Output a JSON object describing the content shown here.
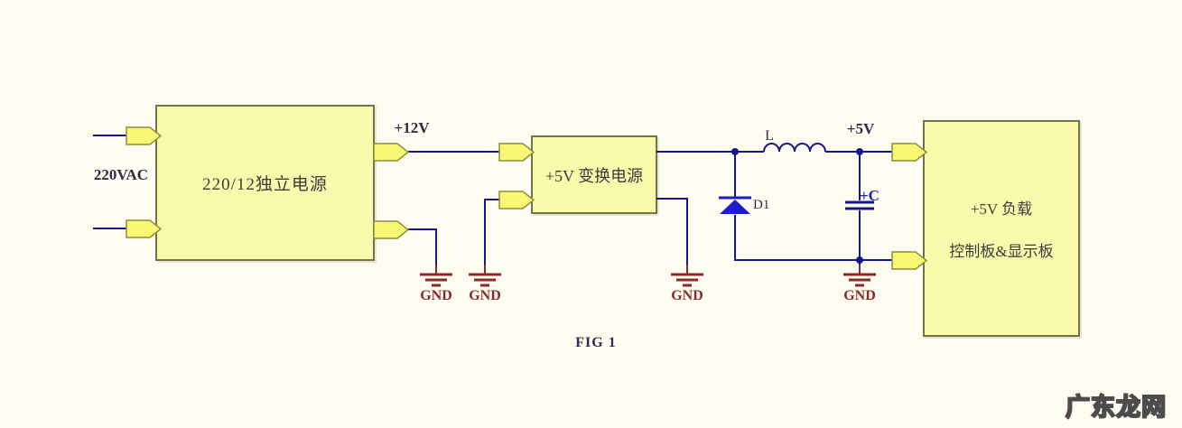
{
  "figure": {
    "caption": "FIG 1",
    "watermark": "广东龙网"
  },
  "labels": {
    "ac_input": "220VAC",
    "v12": "+12V",
    "v5": "+5V",
    "inductor": "L",
    "diode": "D1",
    "capacitor": "+C",
    "gnd": "GND"
  },
  "blocks": {
    "psu220": {
      "label": "220/12独立电源"
    },
    "conv5": {
      "label": "+5V 变换电源"
    },
    "load": {
      "label_line1": "+5V 负载",
      "label_line2": "控制板&显示板"
    }
  },
  "colors": {
    "background": "#fffdf2",
    "box_fill": "#fafaad",
    "box_border": "#74744c",
    "box_text": "#3c3c3c",
    "connector_fill": "#f8f874",
    "connector_border": "#8e8e3a",
    "wire": "#16168e",
    "device_blue": "#1c1ccc",
    "ground_red": "#8e2727",
    "label_dark": "#2c2c44",
    "label_blue": "#2222b4",
    "watermark_fill": "#fffdf2",
    "watermark_outline": "#4c4c4c"
  }
}
